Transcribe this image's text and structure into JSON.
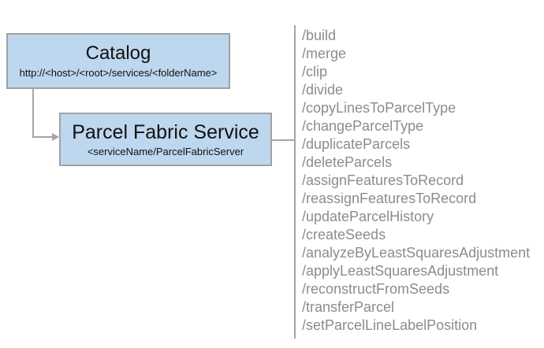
{
  "diagram": {
    "catalog_node": {
      "title": "Catalog",
      "subtitle": "http://<host>/<root>/services/<folderName>"
    },
    "service_node": {
      "title": "Parcel Fabric Service",
      "subtitle": "<serviceName/ParcelFabricServer"
    },
    "operations": [
      "/build",
      "/merge",
      "/clip",
      "/divide",
      "/copyLinesToParcelType",
      "/changeParcelType",
      "/duplicateParcels",
      "/deleteParcels",
      "/assignFeaturesToRecord",
      "/reassignFeaturesToRecord",
      "/updateParcelHistory",
      "/createSeeds",
      "/analyzeByLeastSquaresAdjustment",
      "/applyLeastSquaresAdjustment",
      "/reconstructFromSeeds",
      "/transferParcel",
      "/setParcelLineLabelPosition"
    ]
  },
  "colors": {
    "node_fill": "#bdd7ee",
    "node_border": "#a1a1a1",
    "node_text": "#111111",
    "connector": "#a6a6a6",
    "operation_text": "#8c8c8c"
  }
}
